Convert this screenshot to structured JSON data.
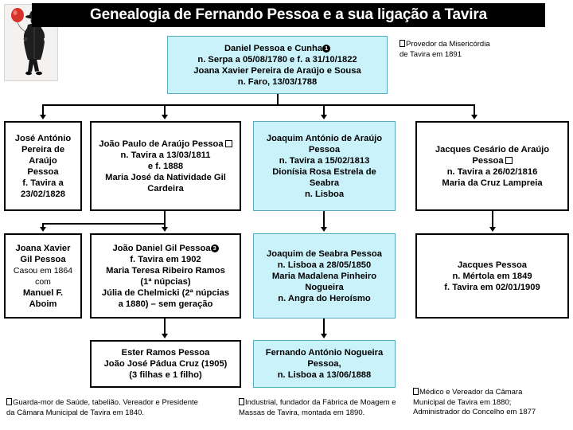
{
  "header": {
    "title": "Genealogia de Fernando Pessoa e a sua ligação a Tavira",
    "portrait_alt": "man-with-red-balloon-photo"
  },
  "colors": {
    "header_bg": "#000000",
    "header_text": "#ffffff",
    "node_border": "#000000",
    "node_bg": "#ffffff",
    "highlight_bg": "#c9f2fb",
    "highlight_border": "#5aa9bd"
  },
  "generation1": {
    "root": {
      "marker": "1",
      "lines": [
        "Daniel Pessoa e Cunha",
        "n. Serpa a 05/08/1780 e f. a 31/10/1822",
        "Joana Xavier Pereira de Araújo e Sousa",
        "n. Faro, 13/03/1788"
      ],
      "highlight": true
    },
    "side_note": {
      "marker": "tofu",
      "lines": [
        "Provedor da Misericórdia",
        "de Tavira em 1891"
      ]
    }
  },
  "generation2": [
    {
      "id": "jose-antonio-pereira-de-araujo-pessoa",
      "lines": [
        "José António",
        "Pereira de",
        "Araújo",
        "Pessoa",
        "f. Tavira a",
        "23/02/1828"
      ],
      "highlight": false,
      "marker": ""
    },
    {
      "id": "joao-paulo-de-araujo-pessoa",
      "lines": [
        "João Paulo de Araújo Pessoa",
        "n. Tavira a 13/03/1811",
        "e f. 1888",
        "Maria José da Natividade Gil",
        "Cardeira"
      ],
      "highlight": false,
      "marker": "square"
    },
    {
      "id": "joaquim-antonio-de-araujo-pessoa",
      "lines": [
        "Joaquim António de Araújo",
        "Pessoa",
        "n. Tavira a 15/02/1813",
        "Dionísia Rosa Estrela de",
        "Seabra",
        "n. Lisboa"
      ],
      "highlight": true,
      "marker": ""
    },
    {
      "id": "jacques-cesario-de-araujo-pessoa",
      "lines": [
        "Jacques Cesário de Araújo",
        "Pessoa",
        "n. Tavira a 26/02/1816",
        "Maria da Cruz Lampreia"
      ],
      "highlight": false,
      "marker": "square"
    }
  ],
  "generation3": [
    {
      "id": "joana-xavier-gil-pessoa",
      "lines": [
        "Joana Xavier",
        "Gil Pessoa",
        "Casou em 1864",
        "com",
        "Manuel F.",
        "Aboim"
      ],
      "thin_lines": [
        2,
        3
      ],
      "highlight": false,
      "marker": ""
    },
    {
      "id": "joao-daniel-gil-pessoa",
      "lines": [
        "João Daniel Gil Pessoa",
        "f. Tavira em 1902",
        "Maria Teresa Ribeiro Ramos",
        "(1ª núpcias)",
        "Júlia de Chelmicki (2ª núpcias",
        "a 1880) – sem geração"
      ],
      "highlight": false,
      "marker": "3"
    },
    {
      "id": "joaquim-de-seabra-pessoa",
      "lines": [
        "Joaquim de Seabra Pessoa",
        "n. Lisboa a 28/05/1850",
        "Maria Madalena Pinheiro",
        "Nogueira",
        "n. Angra do Heroísmo"
      ],
      "highlight": true,
      "marker": ""
    },
    {
      "id": "jacques-pessoa",
      "lines": [
        "Jacques Pessoa",
        "n. Mértola em 1849",
        "f. Tavira em 02/01/1909"
      ],
      "highlight": false,
      "marker": ""
    }
  ],
  "generation4": [
    {
      "id": "ester-ramos-pessoa",
      "lines": [
        "Ester Ramos Pessoa",
        "João José Pádua Cruz (1905)",
        "(3 filhas e 1 filho)"
      ],
      "highlight": false,
      "marker": ""
    },
    {
      "id": "fernando-antonio-nogueira-pessoa",
      "lines": [
        "Fernando António Nogueira",
        "Pessoa,",
        "n. Lisboa a 13/06/1888"
      ],
      "highlight": true,
      "marker": ""
    }
  ],
  "footnotes": [
    {
      "id": "footnote-1",
      "marker": "tofu",
      "lines": [
        "Guarda-mor de Saúde, tabelião. Vereador e Presidente",
        "da Câmara Municipal de Tavira em 1840."
      ]
    },
    {
      "id": "footnote-2",
      "marker": "tofu",
      "lines": [
        "Industrial, fundador da Fábrica de Moagem e",
        "Massas de Tavira, montada em 1890."
      ]
    },
    {
      "id": "footnote-3",
      "marker": "tofu",
      "lines": [
        "Médico e Vereador da Câmara",
        "Municipal de Tavira em 1880;",
        "Administrador do Concelho em 1877"
      ]
    }
  ]
}
